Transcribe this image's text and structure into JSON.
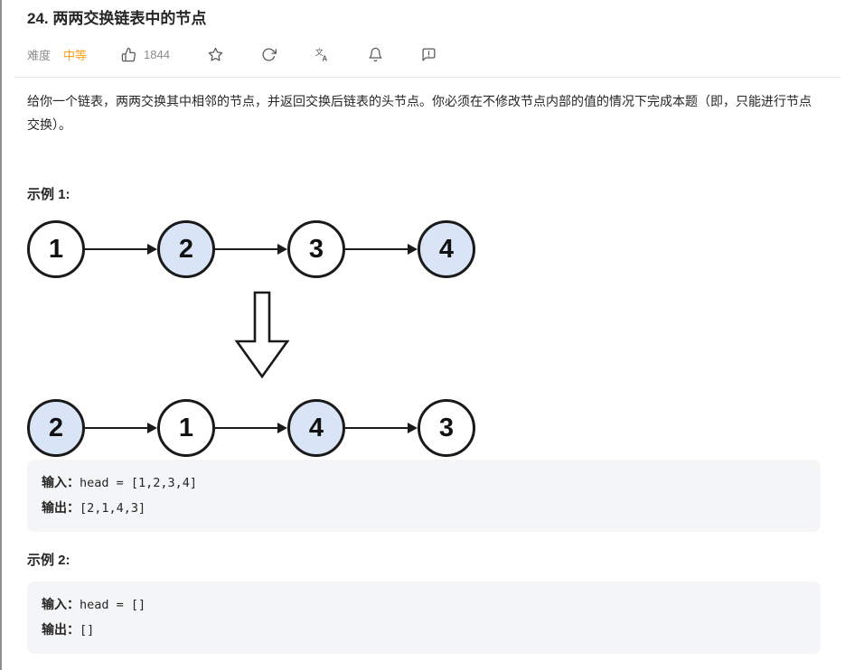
{
  "header": {
    "title": "24. 两两交换链表中的节点",
    "difficulty_label": "难度",
    "difficulty_value": "中等",
    "likes_count": "1844",
    "toolbar_icons": [
      "thumbs-up-icon",
      "star-icon",
      "sync-icon",
      "translate-icon",
      "bell-icon",
      "feedback-icon"
    ]
  },
  "colors": {
    "difficulty_medium": "#ffa116",
    "icon_gray": "#595959",
    "muted_text": "#8c8c8c",
    "node_highlight_fill": "#d9e5f7",
    "node_stroke": "#1a1a1a",
    "code_block_bg": "#f4f5f6"
  },
  "description": {
    "text": "给你一个链表，两两交换其中相邻的节点，并返回交换后链表的头节点。你必须在不修改节点内部的值的情况下完成本题（即，只能进行节点交换）。"
  },
  "example1": {
    "heading": "示例 1:",
    "diagram": {
      "before": [
        {
          "value": "1",
          "highlighted": false
        },
        {
          "value": "2",
          "highlighted": true
        },
        {
          "value": "3",
          "highlighted": false
        },
        {
          "value": "4",
          "highlighted": true
        }
      ],
      "after": [
        {
          "value": "2",
          "highlighted": true
        },
        {
          "value": "1",
          "highlighted": false
        },
        {
          "value": "4",
          "highlighted": true
        },
        {
          "value": "3",
          "highlighted": false
        }
      ]
    },
    "io": {
      "input_label": "输入：",
      "input_value": "head = [1,2,3,4]",
      "output_label": "输出：",
      "output_value": "[2,1,4,3]"
    }
  },
  "example2": {
    "heading": "示例 2:",
    "io": {
      "input_label": "输入：",
      "input_value": "head = []",
      "output_label": "输出：",
      "output_value": "[]"
    }
  }
}
